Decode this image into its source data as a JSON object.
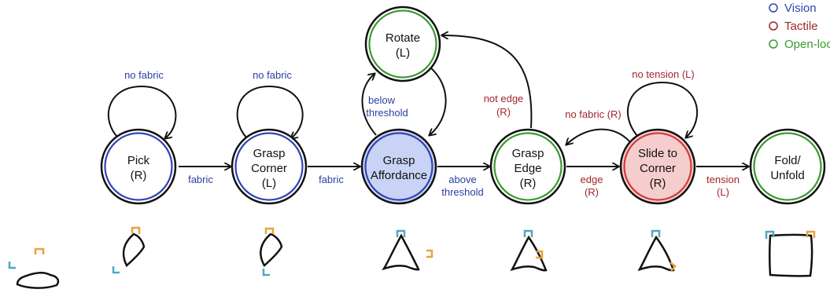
{
  "legend": [
    {
      "label": "Vision",
      "color": "#2f43b5"
    },
    {
      "label": "Tactile",
      "color": "#a3262a"
    },
    {
      "label": "Open-loop",
      "color": "#3a9a2e"
    }
  ],
  "colors": {
    "vision": "#2f43b5",
    "tactile": "#a3262a",
    "openloop": "#3a9a2e",
    "vision_fill": "#c9d3f5",
    "tactile_fill": "#f6cdcd",
    "marker_cyan": "#4fa8c0",
    "marker_orange": "#e8a33a"
  },
  "states": {
    "pick": {
      "line1": "Pick",
      "line2": "(R)"
    },
    "grasp_corner": {
      "line1": "Grasp",
      "line2": "Corner",
      "line3": "(L)"
    },
    "grasp_affordance": {
      "line1": "Grasp",
      "line2": "Affordance"
    },
    "rotate": {
      "line1": "Rotate",
      "line2": "(L)"
    },
    "grasp_edge": {
      "line1": "Grasp",
      "line2": "Edge",
      "line3": "(R)"
    },
    "slide_to_corner": {
      "line1": "Slide to",
      "line2": "Corner",
      "line3": "(R)"
    },
    "fold_unfold": {
      "line1": "Fold/",
      "line2": "Unfold"
    }
  },
  "transitions": {
    "pick_self": "no fabric",
    "pick_to_corner": "fabric",
    "corner_self": "no fabric",
    "corner_to_affordance": "fabric",
    "affordance_to_rotate_1": "below",
    "affordance_to_rotate_2": "threshold",
    "affordance_to_edge_1": "above",
    "affordance_to_edge_2": "threshold",
    "edge_to_rotate_1": "not edge",
    "edge_to_rotate_2": "(R)",
    "edge_to_slide_1": "edge",
    "edge_to_slide_2": "(R)",
    "slide_to_edge": "no fabric (R)",
    "slide_self": "no tension (L)",
    "slide_to_fold_1": "tension",
    "slide_to_fold_2": "(L)"
  }
}
